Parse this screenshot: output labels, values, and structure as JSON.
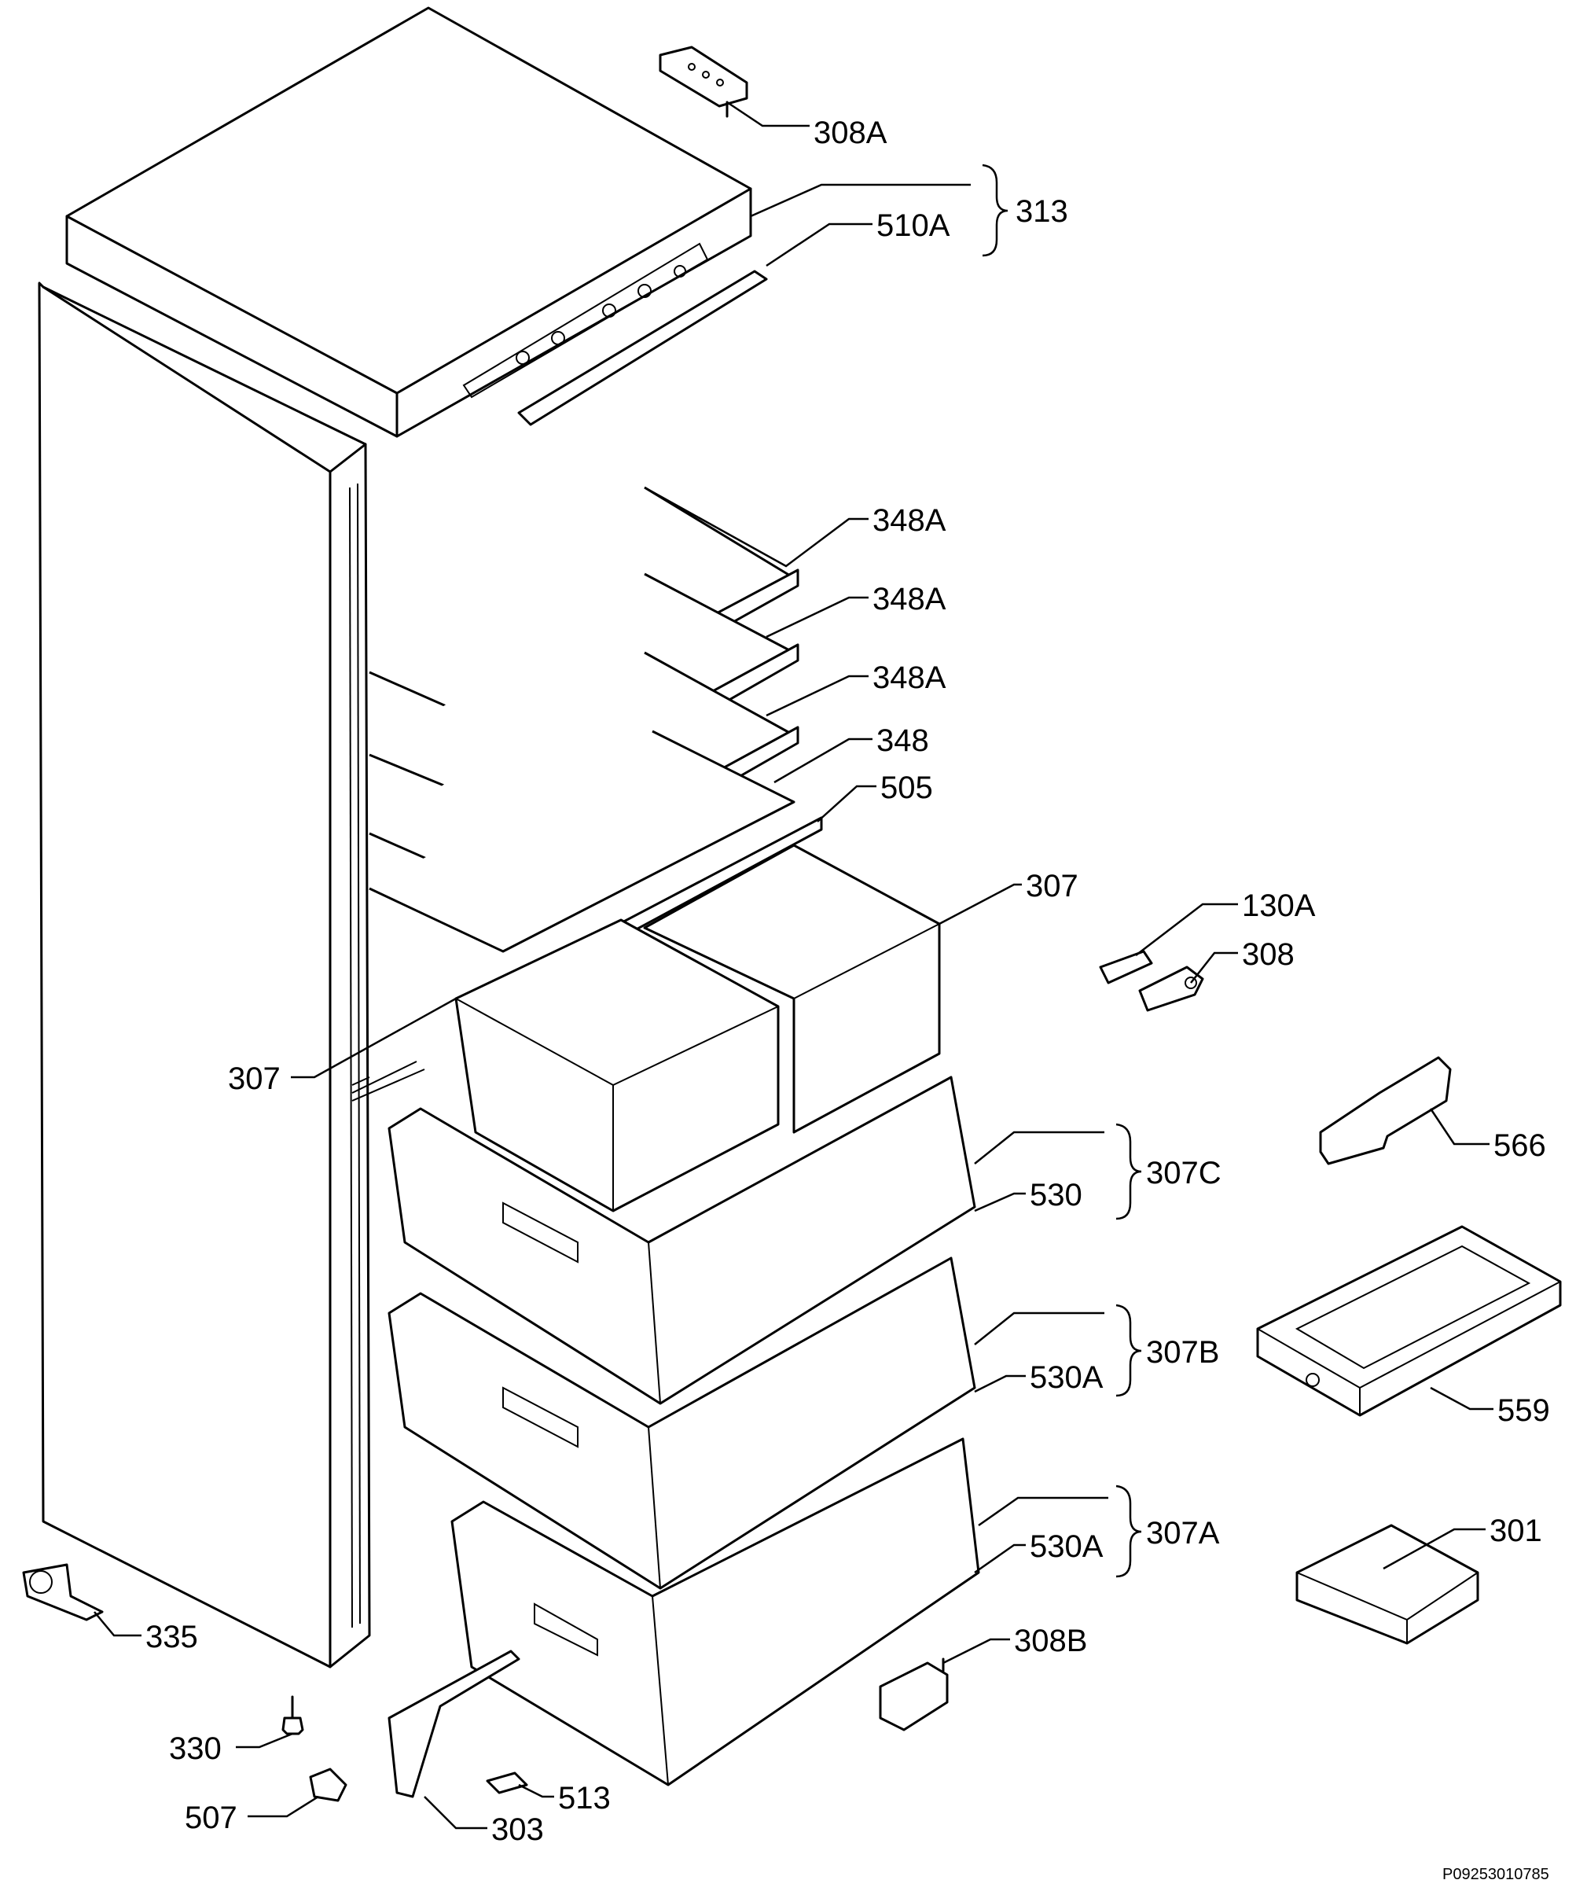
{
  "diagram": {
    "labels": [
      {
        "id": "308A-top",
        "text": "308A"
      },
      {
        "id": "313",
        "text": "313"
      },
      {
        "id": "510A",
        "text": "510A"
      },
      {
        "id": "348A-1",
        "text": "348A"
      },
      {
        "id": "348A-2",
        "text": "348A"
      },
      {
        "id": "348A-3",
        "text": "348A"
      },
      {
        "id": "348",
        "text": "348"
      },
      {
        "id": "505",
        "text": "505"
      },
      {
        "id": "307-right",
        "text": "307"
      },
      {
        "id": "130A",
        "text": "130A"
      },
      {
        "id": "308",
        "text": "308"
      },
      {
        "id": "307-left",
        "text": "307"
      },
      {
        "id": "566",
        "text": "566"
      },
      {
        "id": "307C",
        "text": "307C"
      },
      {
        "id": "530",
        "text": "530"
      },
      {
        "id": "307B",
        "text": "307B"
      },
      {
        "id": "530A-1",
        "text": "530A"
      },
      {
        "id": "559",
        "text": "559"
      },
      {
        "id": "307A",
        "text": "307A"
      },
      {
        "id": "530A-2",
        "text": "530A"
      },
      {
        "id": "301",
        "text": "301"
      },
      {
        "id": "335",
        "text": "335"
      },
      {
        "id": "308B",
        "text": "308B"
      },
      {
        "id": "330",
        "text": "330"
      },
      {
        "id": "513",
        "text": "513"
      },
      {
        "id": "507",
        "text": "507"
      },
      {
        "id": "303",
        "text": "303"
      }
    ],
    "drawing_code": "P09253010785"
  }
}
